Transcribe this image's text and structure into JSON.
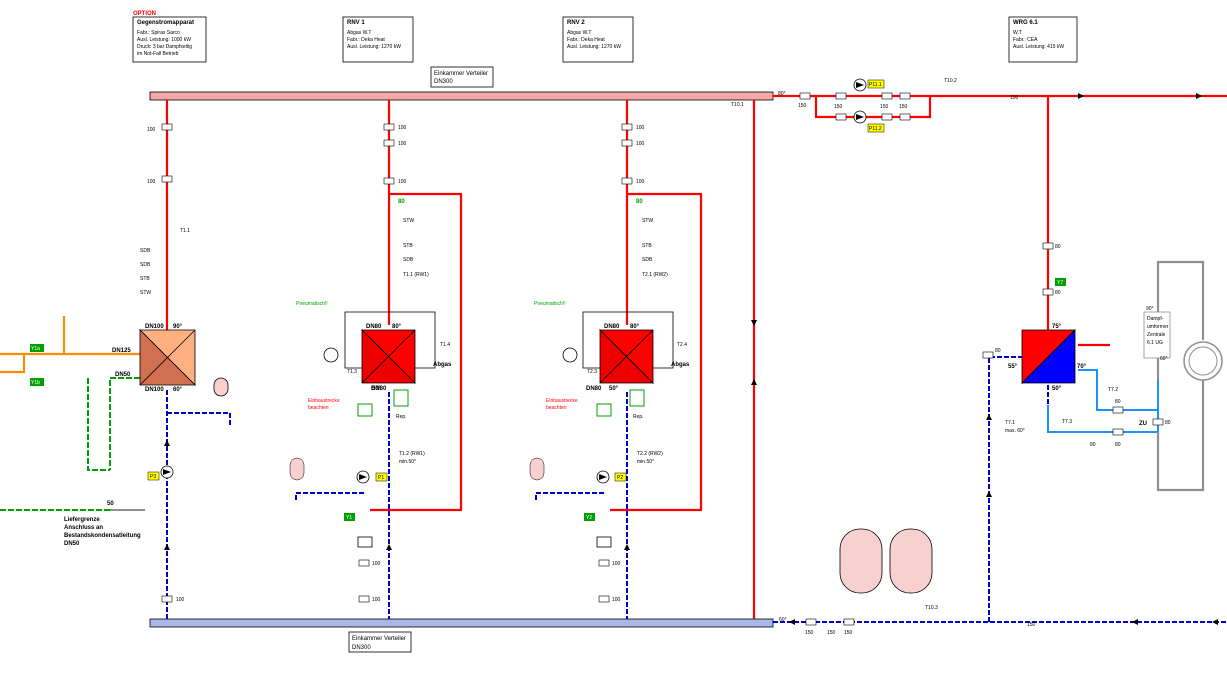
{
  "colors": {
    "hot_pipe": "#ff0000",
    "cold_pipe": "#0000cc",
    "light_blue_pipe": "#1e90ff",
    "green_pipe": "#00a000",
    "orange_pipe": "#ff8c00",
    "grey_pipe": "#909090",
    "header_pink": "#f4a8a8",
    "header_blue": "#a8b8e8",
    "hx_red": "#ff0000",
    "hx_blue": "#0000ff",
    "hx_orange": "#ffb080",
    "hx_orange_dark": "#d07050",
    "tag_yellow": "#ffff00",
    "vessel_pink": "#f8d0d0",
    "green_component": "#00a000"
  },
  "option_box": {
    "option_label": "OPTION",
    "title": "Gegenstromapparat",
    "lines": [
      "Fabr.: Spirax Sarco",
      "Ausl. Leistung: 1000 kW",
      "Druck: 3 bar Dampfseitig",
      "im Not-Fall Betrieb"
    ]
  },
  "rnv1_box": {
    "title": "RNV 1",
    "lines": [
      "Abgas W.T",
      "Fabr.: Deka Heat",
      "Ausl. Leistung: 1270 kW"
    ]
  },
  "rnv2_box": {
    "title": "RNV 2",
    "lines": [
      "Abgas W.T",
      "Fabr.: Deka Heat",
      "Ausl. Leistung: 1270 kW"
    ]
  },
  "wrg_box": {
    "title": "WRG 6.1",
    "lines": [
      "W.T",
      "Fabr.: CEA",
      "Ausl. Leistung: 415 kW"
    ]
  },
  "top_header_box": {
    "line1": "Einkammer Verteiler",
    "line2": "DN300"
  },
  "bottom_header_box": {
    "line1": "Einkammer Verteiler",
    "line2": "DN300"
  },
  "temps": {
    "supply_80": "80°",
    "return_60": "60°",
    "t10_1": "T10.1",
    "t10_2": "T10.2",
    "t10_3": "T10.3",
    "supply_150": "150",
    "return_150": "150",
    "hx_option_90": "90°",
    "hx_option_60": "60°",
    "rnv_80": "80°",
    "rnv_50": "50°",
    "wrg_75": "75°",
    "wrg_55": "55°",
    "wrg_50": "50°",
    "wrg_70": "70°",
    "zentrale_90": "90°",
    "zentrale_60": "60°"
  },
  "pumps": {
    "p11": "P11.1",
    "p12": "P11.2",
    "p3": "P3",
    "p1": "P1",
    "p2": "P2"
  },
  "dn": {
    "d150": "150",
    "d100": "100",
    "d80": "80",
    "d50": "50",
    "dn100": "DN100",
    "dn125": "DN125",
    "dn50": "DN50",
    "dn80": "DN80"
  },
  "option_side": {
    "y1a": "Y1a",
    "y1b": "Y1b",
    "t1_1": "T1.1",
    "sdb": "SDB",
    "stb": "STB",
    "stw": "STW",
    "dn100_top": "DN100",
    "dn125": "DN125",
    "dn50": "DN50",
    "dn100_bot": "DN100",
    "interface_lines": [
      "Liefergrenze",
      "Anschluss an",
      "Bestandskondensatleitung",
      "DN50"
    ],
    "fifty": "50"
  },
  "rnv1": {
    "stw": "STW",
    "stb": "STB",
    "sdb": "SDB",
    "sensor_top": "T1.1 (RW1)",
    "pneumatik": "Pneumatisch!!",
    "dn80_top": "DN80",
    "dn80_bot": "DN80",
    "t_right": "T1.4",
    "t_left": "T1.3",
    "abgas": "Abgas",
    "einbau": [
      "Einbaustrecke",
      "beachten"
    ],
    "rep": "Rep.",
    "sensor_bot": [
      "T1.2 (RW1)",
      "min.50°"
    ],
    "valve": "Y1",
    "pump": "P1"
  },
  "rnv2": {
    "stw": "STW",
    "stb": "STB",
    "sdb": "SDB",
    "sensor_top": "T2.1 (RW2)",
    "pneumatik": "Pneumatisch!!",
    "dn80_top": "DN80",
    "dn80_bot": "DN80",
    "t_right": "T2.4",
    "t_left": "T2.3",
    "abgas": "Abgas",
    "einbau": [
      "Einbaustrecke",
      "beachten"
    ],
    "rep": "Rep.",
    "sensor_bot": [
      "T2.2 (RW2)",
      "min.50°"
    ],
    "valve": "Y2",
    "pump": "P2"
  },
  "wrg": {
    "y": "Y7",
    "t7_2": "T7.2",
    "t7_3": "T7.3",
    "t7_1": "T7.1",
    "t7_1_max": "max. 60°",
    "zu": "ZU"
  },
  "zentrale": [
    "Dampf-",
    "umformer",
    "Zentrale",
    "6.1 UG"
  ]
}
